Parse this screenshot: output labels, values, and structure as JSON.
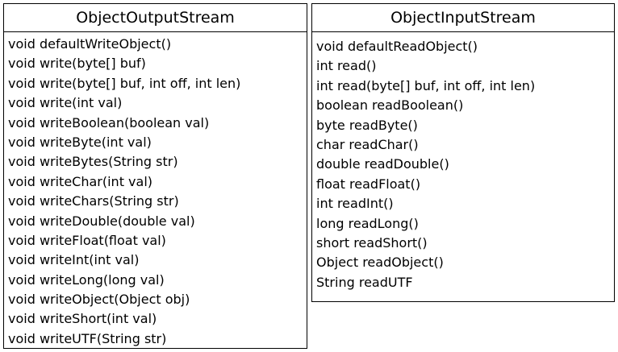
{
  "output_stream": {
    "title": "ObjectOutputStream",
    "methods": [
      "void defaultWriteObject()",
      "void write(byte[] buf)",
      "void write(byte[] buf, int off, int len)",
      "void write(int val)",
      "void writeBoolean(boolean val)",
      "void writeByte(int val)",
      "void writeBytes(String str)",
      "void writeChar(int val)",
      "void writeChars(String str)",
      "void writeDouble(double val)",
      "void writeFloat(float val)",
      "void writeInt(int val)",
      "void writeLong(long val)",
      "void writeObject(Object obj)",
      "void writeShort(int val)",
      "void writeUTF(String str)"
    ]
  },
  "input_stream": {
    "title": "ObjectInputStream",
    "methods": [
      "void defaultReadObject()",
      "int read()",
      "int read(byte[] buf, int off, int len)",
      "boolean readBoolean()",
      "byte readByte()",
      "char readChar()",
      "double readDouble()",
      "float readFloat()",
      "int readInt()",
      "long readLong()",
      "short readShort()",
      "Object readObject()",
      "String readUTF"
    ]
  }
}
